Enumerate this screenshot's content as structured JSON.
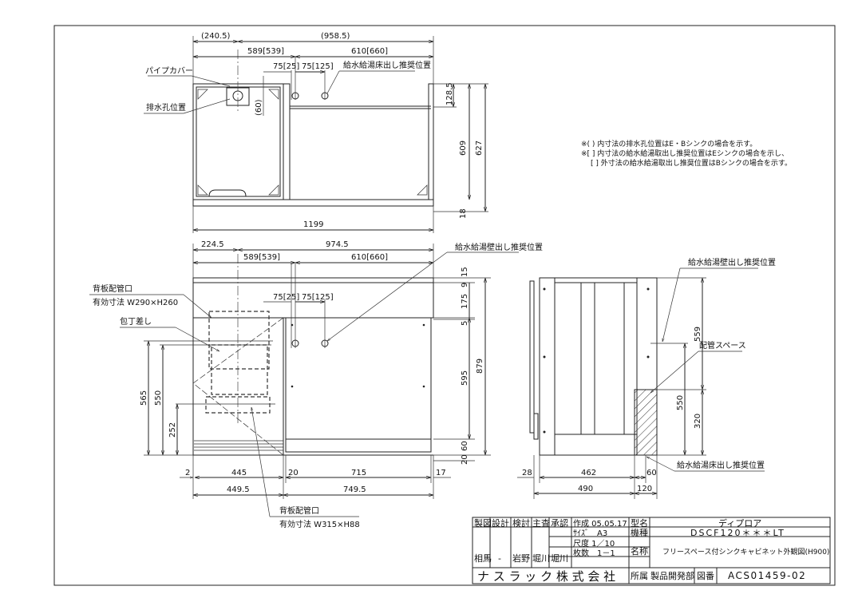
{
  "top_view": {
    "dims": {
      "left_paren": "(240.5)",
      "right_paren": "(958.5)",
      "d589": "589[539]",
      "d610": "610[660]",
      "d75a": "75[25]",
      "d75b": "75[125]",
      "d60": "(60)",
      "d128": "128.5",
      "d609": "609",
      "d627": "627",
      "d18": "18",
      "d1199": "1199"
    },
    "labels": {
      "pipe_cover": "パイプカバー",
      "drain_hole": "排水孔位置",
      "floor_outlet": "給水給湯床出し推奨位置"
    }
  },
  "notes": [
    "※( ) 内寸法の排水孔位置はE・Bシンクの場合を示す。",
    "※[ ] 内寸法の給水給湯取出し推奨位置はEシンクの場合を示し、",
    "[ ] 外寸法の給水給湯取出し推奨位置はBシンクの場合を示す。"
  ],
  "front_view": {
    "dims": {
      "d224": "224.5",
      "d974": "974.5",
      "d589": "589[539]",
      "d610": "610[660]",
      "d75a": "75[25]",
      "d75b": "75[125]",
      "d15": "15",
      "d9": "9",
      "d175": "175",
      "d5": "5",
      "d595": "595",
      "d60": "60",
      "d20": "20",
      "d879": "879",
      "d565": "565",
      "d550": "550",
      "d252": "252",
      "d2": "2",
      "d445": "445",
      "d20b": "20",
      "d715": "715",
      "d17": "17",
      "d449": "449.5",
      "d749": "749.5"
    },
    "labels": {
      "back_port1": "背板配管口",
      "back_port1_size": "有効寸法 W290×H260",
      "knife": "包丁差し",
      "wall_outlet": "給水給湯壁出し推奨位置",
      "back_port2": "背板配管口",
      "back_port2_size": "有効寸法 W315×H88"
    }
  },
  "side_view": {
    "dims": {
      "d559": "559",
      "d550": "550",
      "d320": "320",
      "d28": "28",
      "d462": "462",
      "d60": "60",
      "d490": "490",
      "d120": "120"
    },
    "labels": {
      "wall_outlet": "給水給湯壁出し推奨位置",
      "pipe_space": "配管スペース",
      "floor_outlet": "給水給湯床出し推奨位置"
    }
  },
  "title_block": {
    "h_draw": "製図",
    "h_design": "設計",
    "h_check": "検討",
    "h_chief": "主査",
    "h_approve": "承認",
    "created": "作成 05.05.17",
    "size": "ｻｲｽﾞ　A3",
    "scale": "尺度 1／10",
    "sheets": "枚数　1－1",
    "s_draw": "相馬",
    "s_design": "-",
    "s_check": "岩野",
    "s_chief": "堀川",
    "s_approve": "堀川",
    "model_label": "型名",
    "model": "ディプロア",
    "type_label": "機種",
    "type": "DSCF120＊＊＊LT",
    "name_label": "名称",
    "name": "フリースペース付シンクキャビネット外観図(H900)",
    "company": "ナ ス ラ ッ ク 株 式 会 社",
    "dept_label": "所属",
    "dept": "製品開発部",
    "dwg_label": "図番",
    "dwg": "ACS01459-02"
  }
}
